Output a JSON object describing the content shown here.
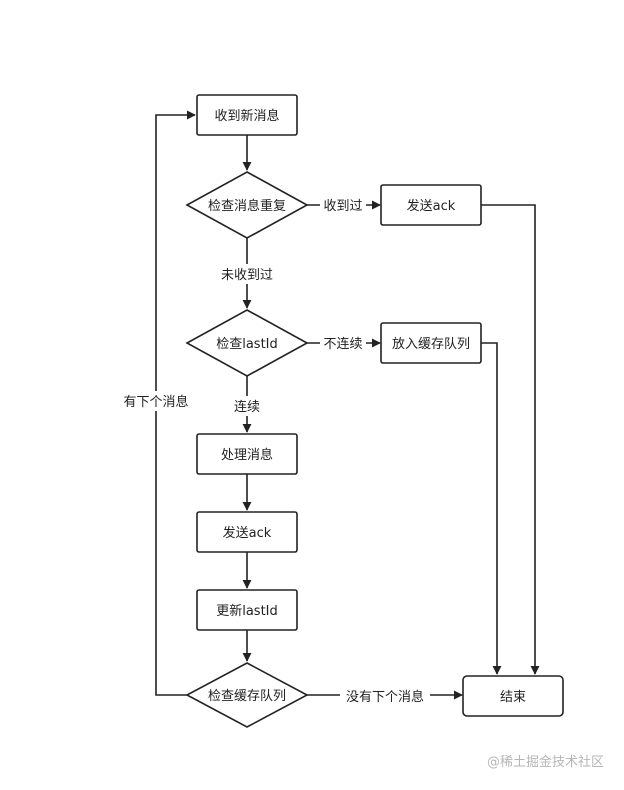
{
  "nodes": {
    "receive": "收到新消息",
    "check_dup": "检查消息重复",
    "ack_dup": "发送ack",
    "check_lastid": "检查lastId",
    "buffer": "放入缓存队列",
    "process": "处理消息",
    "ack": "发送ack",
    "update_lastid": "更新lastId",
    "check_queue": "检查缓存队列",
    "end": "结束"
  },
  "edges": {
    "received": "收到过",
    "not_received": "未收到过",
    "discontinuous": "不连续",
    "continuous": "连续",
    "has_next": "有下个消息",
    "no_next": "没有下个消息"
  },
  "watermark": "@稀土掘金技术社区",
  "colors": {
    "stroke": "#222222",
    "fill": "#ffffff",
    "watermark": "#b6b6b6"
  }
}
